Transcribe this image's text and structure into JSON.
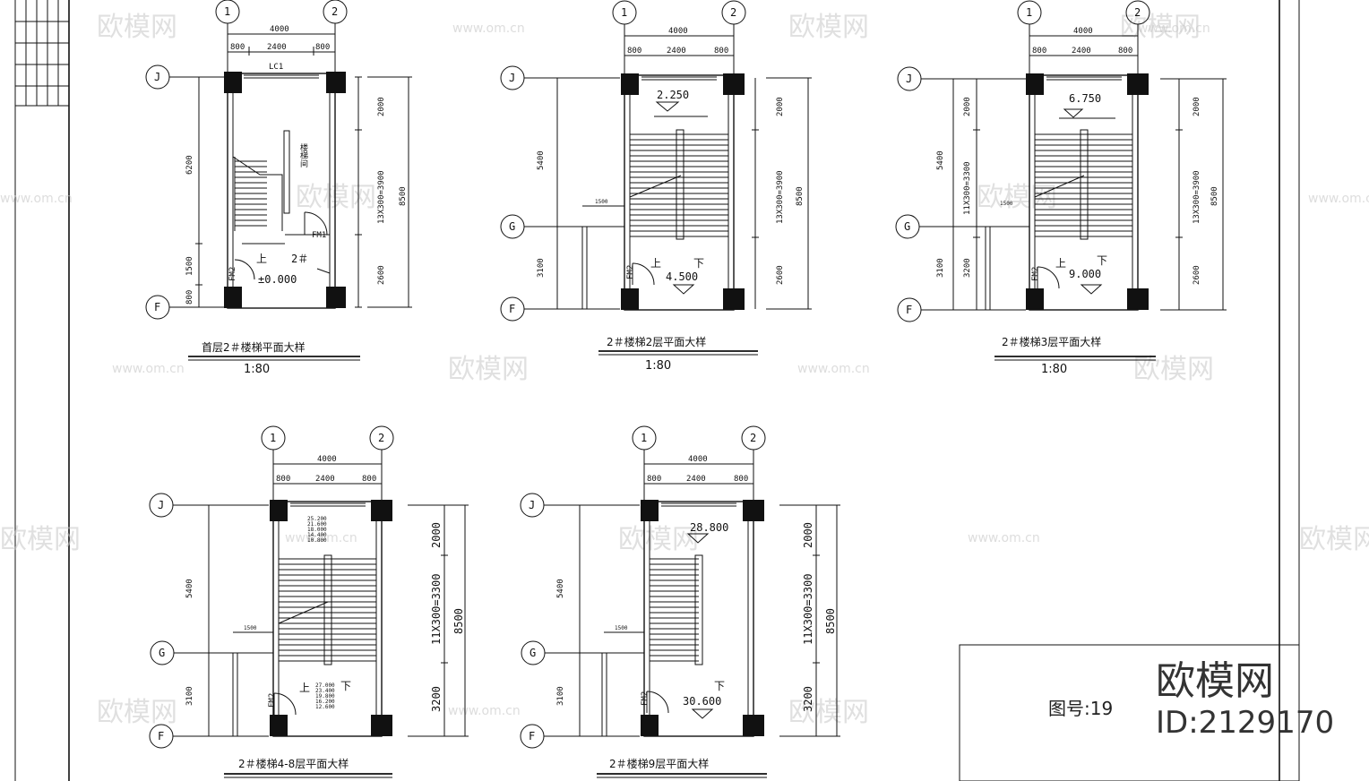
{
  "sheet": {
    "figure_no": "图号:19",
    "brand_mark": "欧模网",
    "drawing_id": "ID:2129170",
    "watermark_text": "欧模网",
    "watermark_url": "www.om.cn"
  },
  "plans": [
    {
      "title": "首层2＃楼梯平面大样",
      "scale": "1:80",
      "grid_cols": [
        "1",
        "2"
      ],
      "grid_rows": [
        "J",
        "F"
      ],
      "top_dims": {
        "overall": "4000",
        "left": "800",
        "mid": "2400",
        "right": "800"
      },
      "right_dims": {
        "a": "2000",
        "b": "13X300=3900",
        "c": "2600",
        "total": "8500"
      },
      "left_dims": {
        "a": "6200",
        "b": "1500",
        "c": "800"
      },
      "labels": {
        "window": "LC1",
        "door1": "FM1",
        "door2": "FM2",
        "up": "上",
        "stair_no": "2＃",
        "room": "楼梯间"
      },
      "level": "±0.000"
    },
    {
      "title": "2＃楼梯2层平面大样",
      "scale": "1:80",
      "grid_cols": [
        "1",
        "2"
      ],
      "grid_rows": [
        "J",
        "G",
        "F"
      ],
      "top_dims": {
        "overall": "4000",
        "left": "800",
        "mid": "2400",
        "right": "800"
      },
      "right_dims": {
        "a": "2000",
        "b": "13X300=3900",
        "c": "2600",
        "total": "8500"
      },
      "left_dims": {
        "a": "5400",
        "b": "3100",
        "landing": "1500"
      },
      "labels": {
        "door": "FM2",
        "up": "上",
        "down": "下"
      },
      "level_top": "2.250",
      "level_bottom": "4.500"
    },
    {
      "title": "2＃楼梯3层平面大样",
      "scale": "1:80",
      "grid_cols": [
        "1",
        "2"
      ],
      "grid_rows": [
        "J",
        "G",
        "F"
      ],
      "top_dims": {
        "overall": "4000",
        "left": "800",
        "mid": "2400",
        "right": "800"
      },
      "right_dims": {
        "a": "2000",
        "b": "13X300=3900",
        "c": "2600",
        "total": "8500"
      },
      "left_dims": {
        "a": "5400",
        "b": "3100",
        "inner_a": "2000",
        "inner_b": "11X300=3300",
        "inner_c": "3200",
        "landing": "1500"
      },
      "labels": {
        "door": "FM2",
        "up": "上",
        "down": "下"
      },
      "level_top": "6.750",
      "level_bottom": "9.000"
    },
    {
      "title": "2＃楼梯4-8层平面大样",
      "grid_cols": [
        "1",
        "2"
      ],
      "grid_rows": [
        "J",
        "G",
        "F"
      ],
      "top_dims": {
        "overall": "4000",
        "left": "800",
        "mid": "2400",
        "right": "800"
      },
      "right_dims": {
        "a": "2000",
        "b": "11X300=3300",
        "c": "3200",
        "total": "8500"
      },
      "left_dims": {
        "a": "5400",
        "b": "3100",
        "landing": "1500"
      },
      "labels": {
        "door": "FM2",
        "up": "上",
        "down": "下"
      },
      "levels_top": [
        "25.200",
        "21.600",
        "18.000",
        "14.400",
        "10.800"
      ],
      "levels_bottom": [
        "27.000",
        "23.400",
        "19.800",
        "16.200",
        "12.600"
      ]
    },
    {
      "title": "2＃楼梯9层平面大样",
      "grid_cols": [
        "1",
        "2"
      ],
      "grid_rows": [
        "J",
        "G",
        "F"
      ],
      "top_dims": {
        "overall": "4000",
        "left": "800",
        "mid": "2400",
        "right": "800"
      },
      "right_dims": {
        "a": "2000",
        "b": "11X300=3300",
        "c": "3200",
        "total": "8500"
      },
      "left_dims": {
        "a": "5400",
        "b": "3100",
        "landing": "1500"
      },
      "labels": {
        "door": "FM2",
        "down": "下"
      },
      "level_top": "28.800",
      "level_bottom": "30.600"
    }
  ],
  "colors": {
    "line": "#111111",
    "watermark": "#c7c7c7",
    "background": "#ffffff"
  }
}
